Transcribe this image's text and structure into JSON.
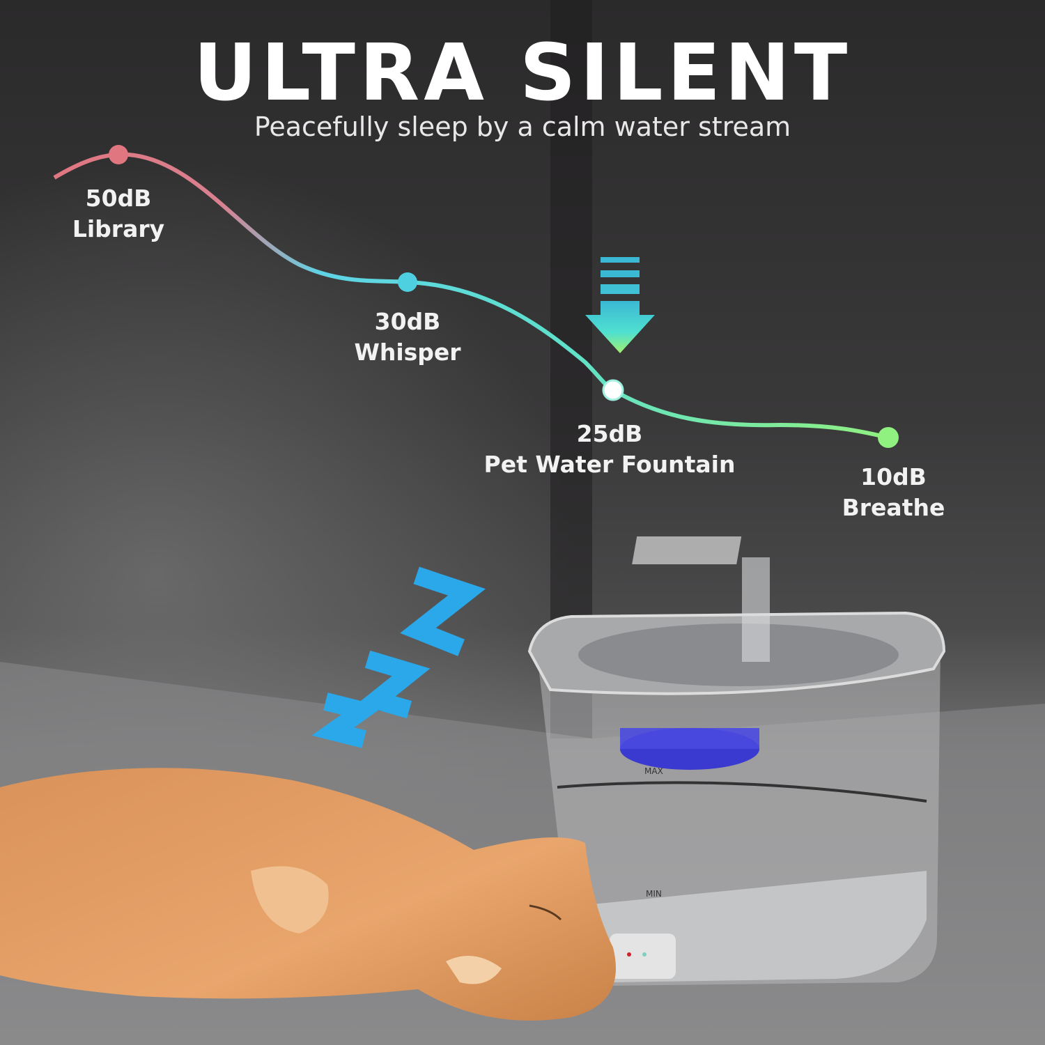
{
  "headline": "ULTRA SILENT",
  "subheadline": "Peacefully sleep by a calm water stream",
  "noise_levels": [
    {
      "level": "50dB",
      "label": "Library",
      "color": "#e07780"
    },
    {
      "level": "30dB",
      "label": "Whisper",
      "color": "#4fd0e0"
    },
    {
      "level": "25dB",
      "label": "Pet Water Fountain",
      "color": "#ffffff"
    },
    {
      "level": "10dB",
      "label": "Breathe",
      "color": "#90f080"
    }
  ],
  "product": {
    "max_mark": "MAX",
    "min_mark": "MIN"
  },
  "icons": [
    "down-arrow-icon",
    "sleep-zzz-icon"
  ]
}
